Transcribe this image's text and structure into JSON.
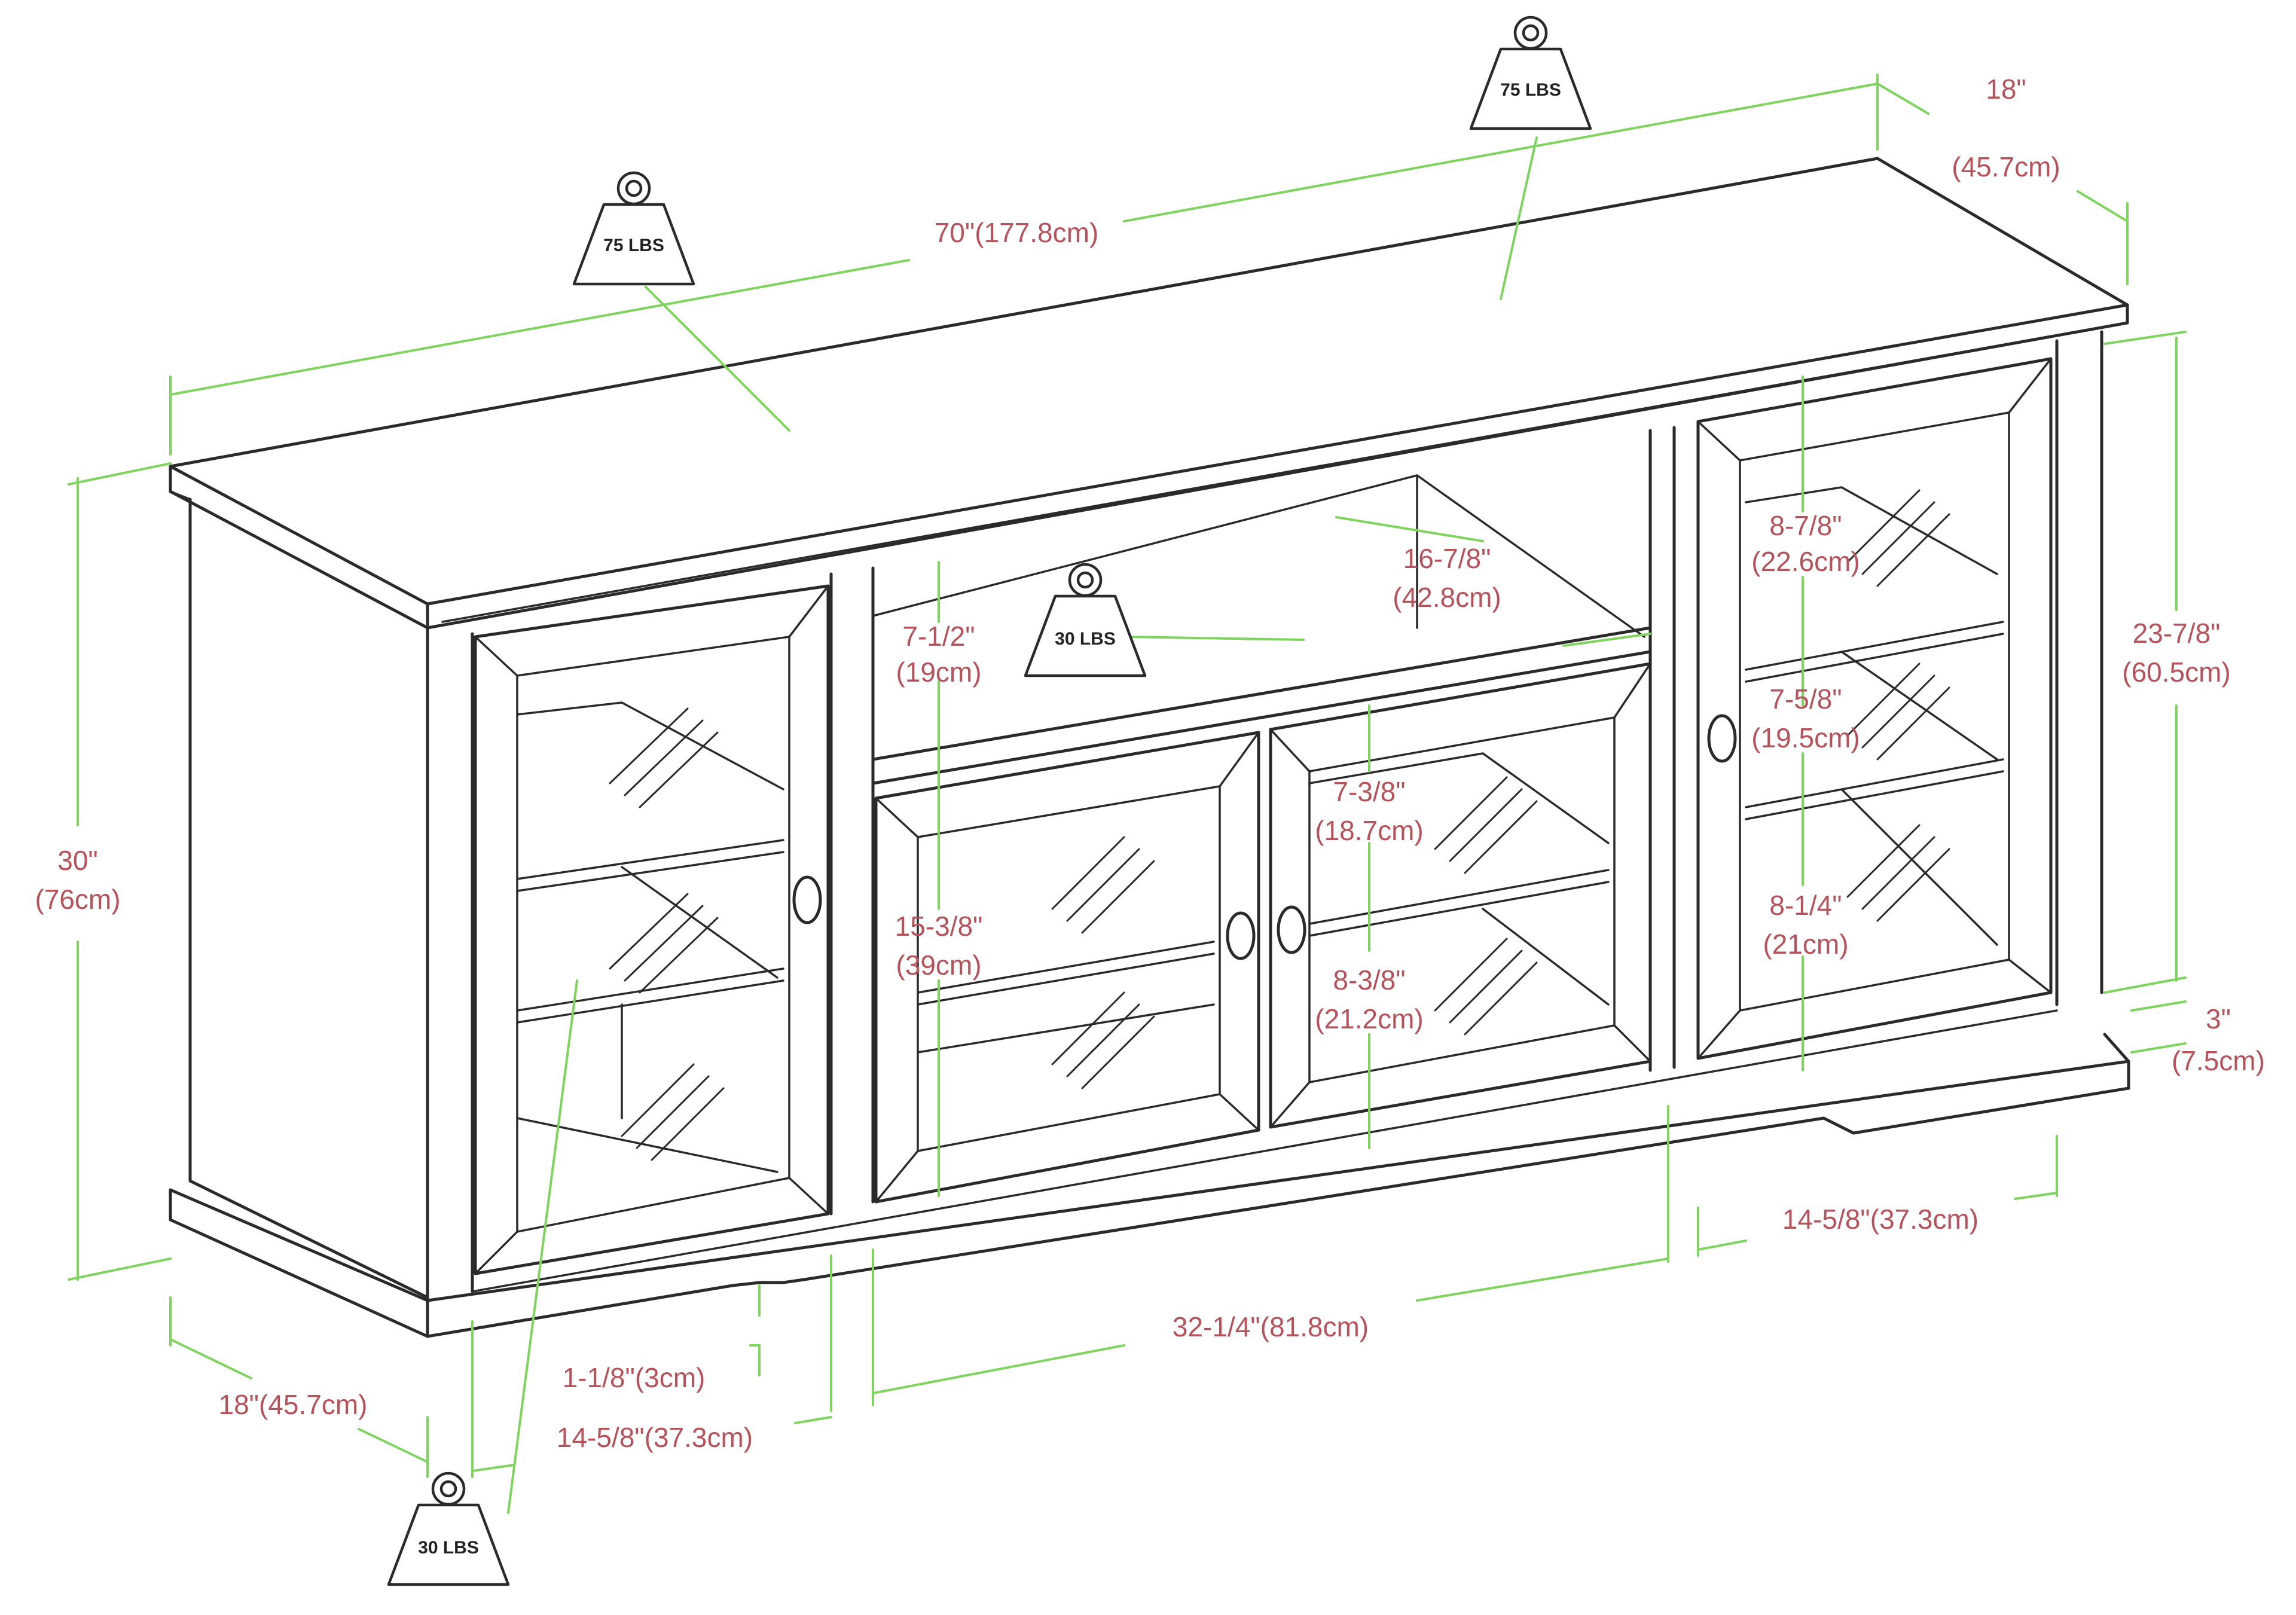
{
  "colors": {
    "dimension_line": "#7ed45f",
    "dimension_text": "#b5525a",
    "outline": "#2a2a2a",
    "background": "#ffffff"
  },
  "weights": {
    "top_left": "75 LBS",
    "top_right": "75 LBS",
    "center_shelf": "30 LBS",
    "left_cabinet": "30 LBS"
  },
  "dimensions": {
    "overall_width": "70\"(177.8cm)",
    "top_depth_in": "18\"",
    "top_depth_cm": "(45.7cm)",
    "overall_height_in": "30\"",
    "overall_height_cm": "(76cm)",
    "right_height_in": "23-7/8\"",
    "right_height_cm": "(60.5cm)",
    "base_height_in": "3\"",
    "base_height_cm": "(7.5cm)",
    "center_open_w_in": "16-7/8\"",
    "center_open_w_cm": "(42.8cm)",
    "center_open_h_in": "7-1/2\"",
    "center_open_h_cm": "(19cm)",
    "center_cab_h_in": "15-3/8\"",
    "center_cab_h_cm": "(39cm)",
    "center_shelf_upper_in": "7-3/8\"",
    "center_shelf_upper_cm": "(18.7cm)",
    "center_shelf_lower_in": "8-3/8\"",
    "center_shelf_lower_cm": "(21.2cm)",
    "right_shelf_top_in": "8-7/8\"",
    "right_shelf_top_cm": "(22.6cm)",
    "right_shelf_mid_in": "7-5/8\"",
    "right_shelf_mid_cm": "(19.5cm)",
    "right_shelf_bot_in": "8-1/4\"",
    "right_shelf_bot_cm": "(21cm)",
    "right_cab_width": "14-5/8\"(37.3cm)",
    "center_width": "32-1/4\"(81.8cm)",
    "left_cab_width": "14-5/8\"(37.3cm)",
    "clearance": "1-1/8\"(3cm)",
    "bottom_depth": "18\"(45.7cm)"
  }
}
